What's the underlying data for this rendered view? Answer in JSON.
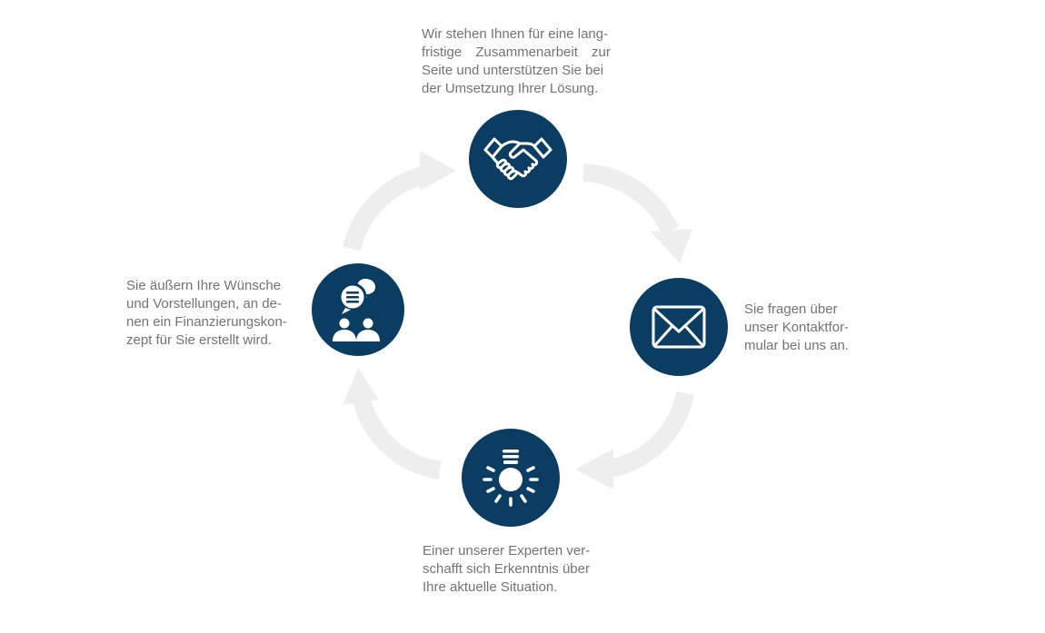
{
  "colors": {
    "circle": "#0b3d63",
    "arrow": "#eeeeee",
    "text": "#737373",
    "icon": "#ffffff"
  },
  "steps": [
    {
      "icon": "envelope-icon",
      "lines": [
        "Sie fragen über",
        "unser Kontaktfor-",
        "mular bei uns an."
      ]
    },
    {
      "icon": "lightbulb-icon",
      "lines": [
        "Einer unserer Experten ver-",
        "schafft sich Erkenntnis über",
        "Ihre aktuelle Situation."
      ]
    },
    {
      "icon": "consultation-icon",
      "lines": [
        "Sie äußern Ihre Wünsche",
        "und Vorstellungen, an de-",
        "nen ein Finanzierungskon-",
        "zept für Sie erstellt wird."
      ]
    },
    {
      "icon": "handshake-icon",
      "lines": [
        "Wir stehen Ihnen für eine lang-",
        "fristige Zusammenarbeit zur",
        "Seite und unterstützen Sie bei",
        "der Umsetzung Ihrer Lösung."
      ]
    }
  ]
}
